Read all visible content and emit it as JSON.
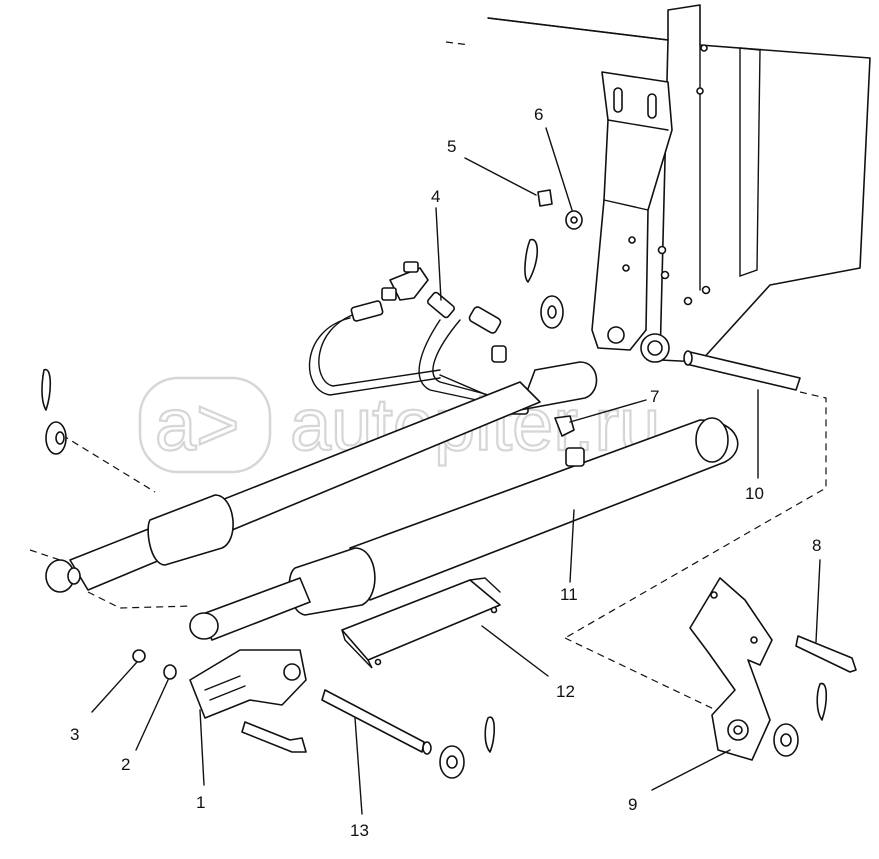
{
  "watermark": {
    "text": "autopiter.ru",
    "logo_glyph": "a>"
  },
  "callouts": [
    {
      "id": "c1",
      "label": "1"
    },
    {
      "id": "c2",
      "label": "2"
    },
    {
      "id": "c3",
      "label": "3"
    },
    {
      "id": "c4",
      "label": "4"
    },
    {
      "id": "c5",
      "label": "5"
    },
    {
      "id": "c6",
      "label": "6"
    },
    {
      "id": "c7",
      "label": "7"
    },
    {
      "id": "c8",
      "label": "8"
    },
    {
      "id": "c9",
      "label": "9"
    },
    {
      "id": "c10",
      "label": "10"
    },
    {
      "id": "c11",
      "label": "11"
    },
    {
      "id": "c12",
      "label": "12"
    },
    {
      "id": "c13",
      "label": "13"
    }
  ]
}
